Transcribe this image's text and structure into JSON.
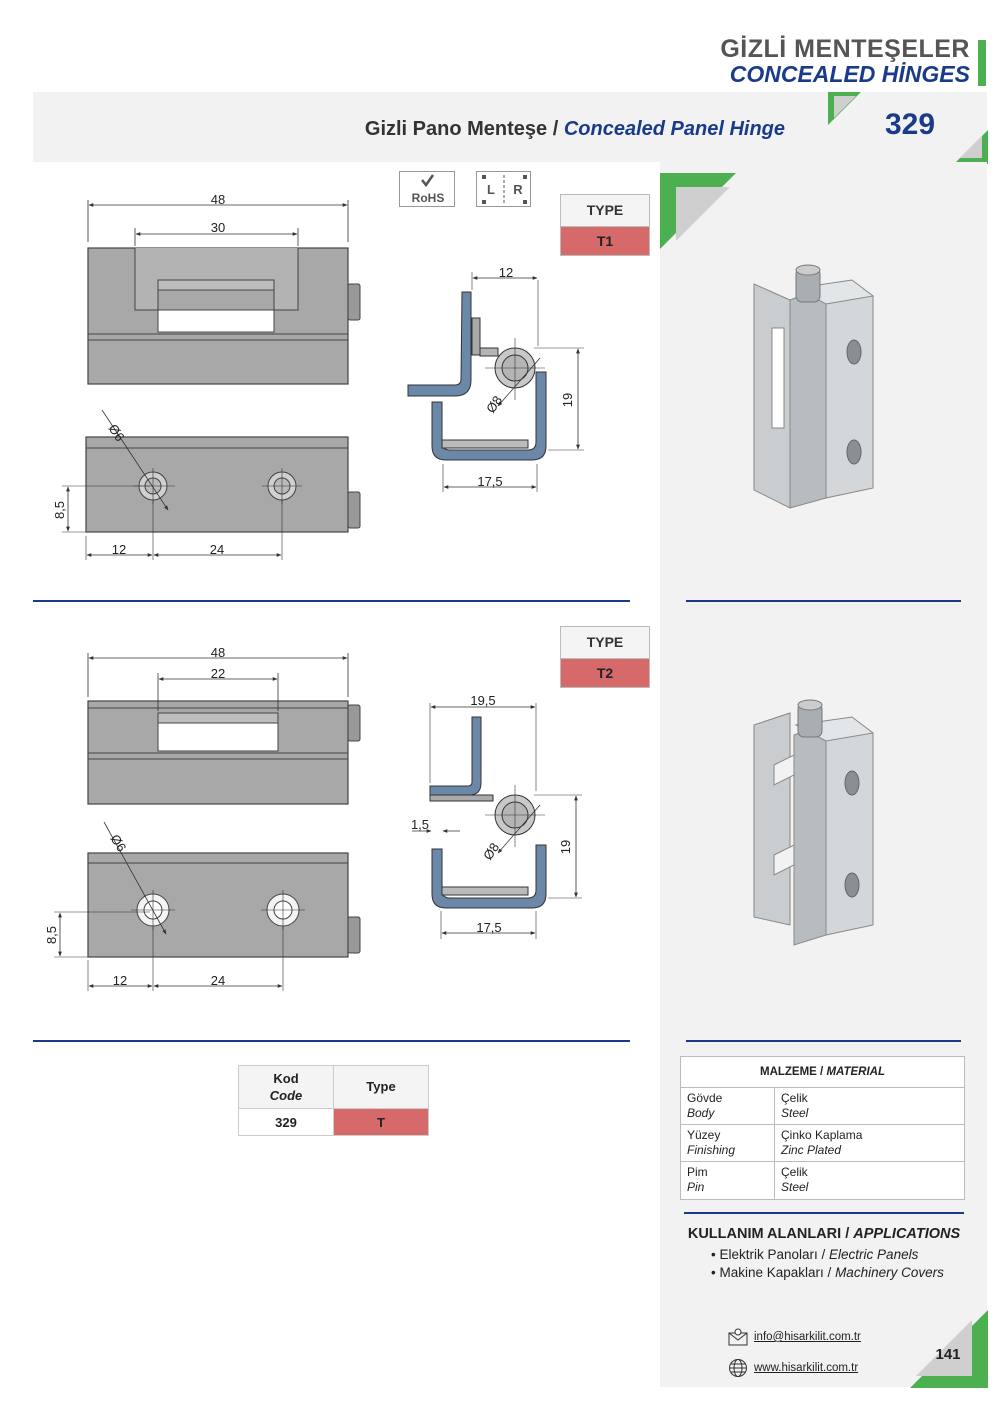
{
  "header": {
    "title_tr": "GİZLİ MENTEŞELER",
    "title_en": "CONCEALED HİNGES",
    "product_tr": "Gizli Pano Menteşe",
    "separator": " / ",
    "product_en": "Concealed Panel Hinge",
    "code": "329"
  },
  "badges": {
    "rohs": "RoHS",
    "left": "L",
    "right": "R"
  },
  "type1": {
    "label": "TYPE",
    "value": "T1"
  },
  "type2": {
    "label": "TYPE",
    "value": "T2"
  },
  "dims1": {
    "overall_width": "48",
    "slot_width": "30",
    "hole_dia": "Ø6",
    "hole_height": "8,5",
    "hole_offset": "12",
    "hole_pitch": "24",
    "profile_top": "12",
    "pin_dia": "Ø8",
    "profile_height": "19",
    "profile_width": "17,5"
  },
  "dims2": {
    "overall_width": "48",
    "slot_width": "22",
    "hole_dia": "Ø6",
    "hole_height": "8,5",
    "hole_offset": "12",
    "hole_pitch": "24",
    "profile_top": "19,5",
    "gap": "1,5",
    "pin_dia": "Ø8",
    "profile_height": "19",
    "profile_width": "17,5"
  },
  "code_table": {
    "kod": "Kod",
    "code": "Code",
    "type_header": "Type",
    "code_value": "329",
    "type_value": "T"
  },
  "material": {
    "header_tr": "MALZEME",
    "header_en": "MATERIAL",
    "rows": [
      {
        "k_tr": "Gövde",
        "k_en": "Body",
        "v_tr": "Çelik",
        "v_en": "Steel"
      },
      {
        "k_tr": "Yüzey",
        "k_en": "Finishing",
        "v_tr": "Çinko Kaplama",
        "v_en": "Zinc Plated"
      },
      {
        "k_tr": "Pim",
        "k_en": "Pin",
        "v_tr": "Çelik",
        "v_en": "Steel"
      }
    ]
  },
  "applications": {
    "title_tr": "KULLANIM ALANLARI",
    "title_en": "APPLICATIONS",
    "items": [
      {
        "tr": "Elektrik Panoları",
        "en": "Electric Panels"
      },
      {
        "tr": "Makine Kapakları",
        "en": "Machinery Covers"
      }
    ]
  },
  "contact": {
    "email": "info@hisarkilit.com.tr",
    "web": "www.hisarkilit.com.tr"
  },
  "page_number": "141",
  "colors": {
    "brand_blue": "#1a3a8a",
    "accent_green": "#4caf50",
    "type_red": "#d66a6a",
    "profile_blue": "#6b88a8"
  }
}
